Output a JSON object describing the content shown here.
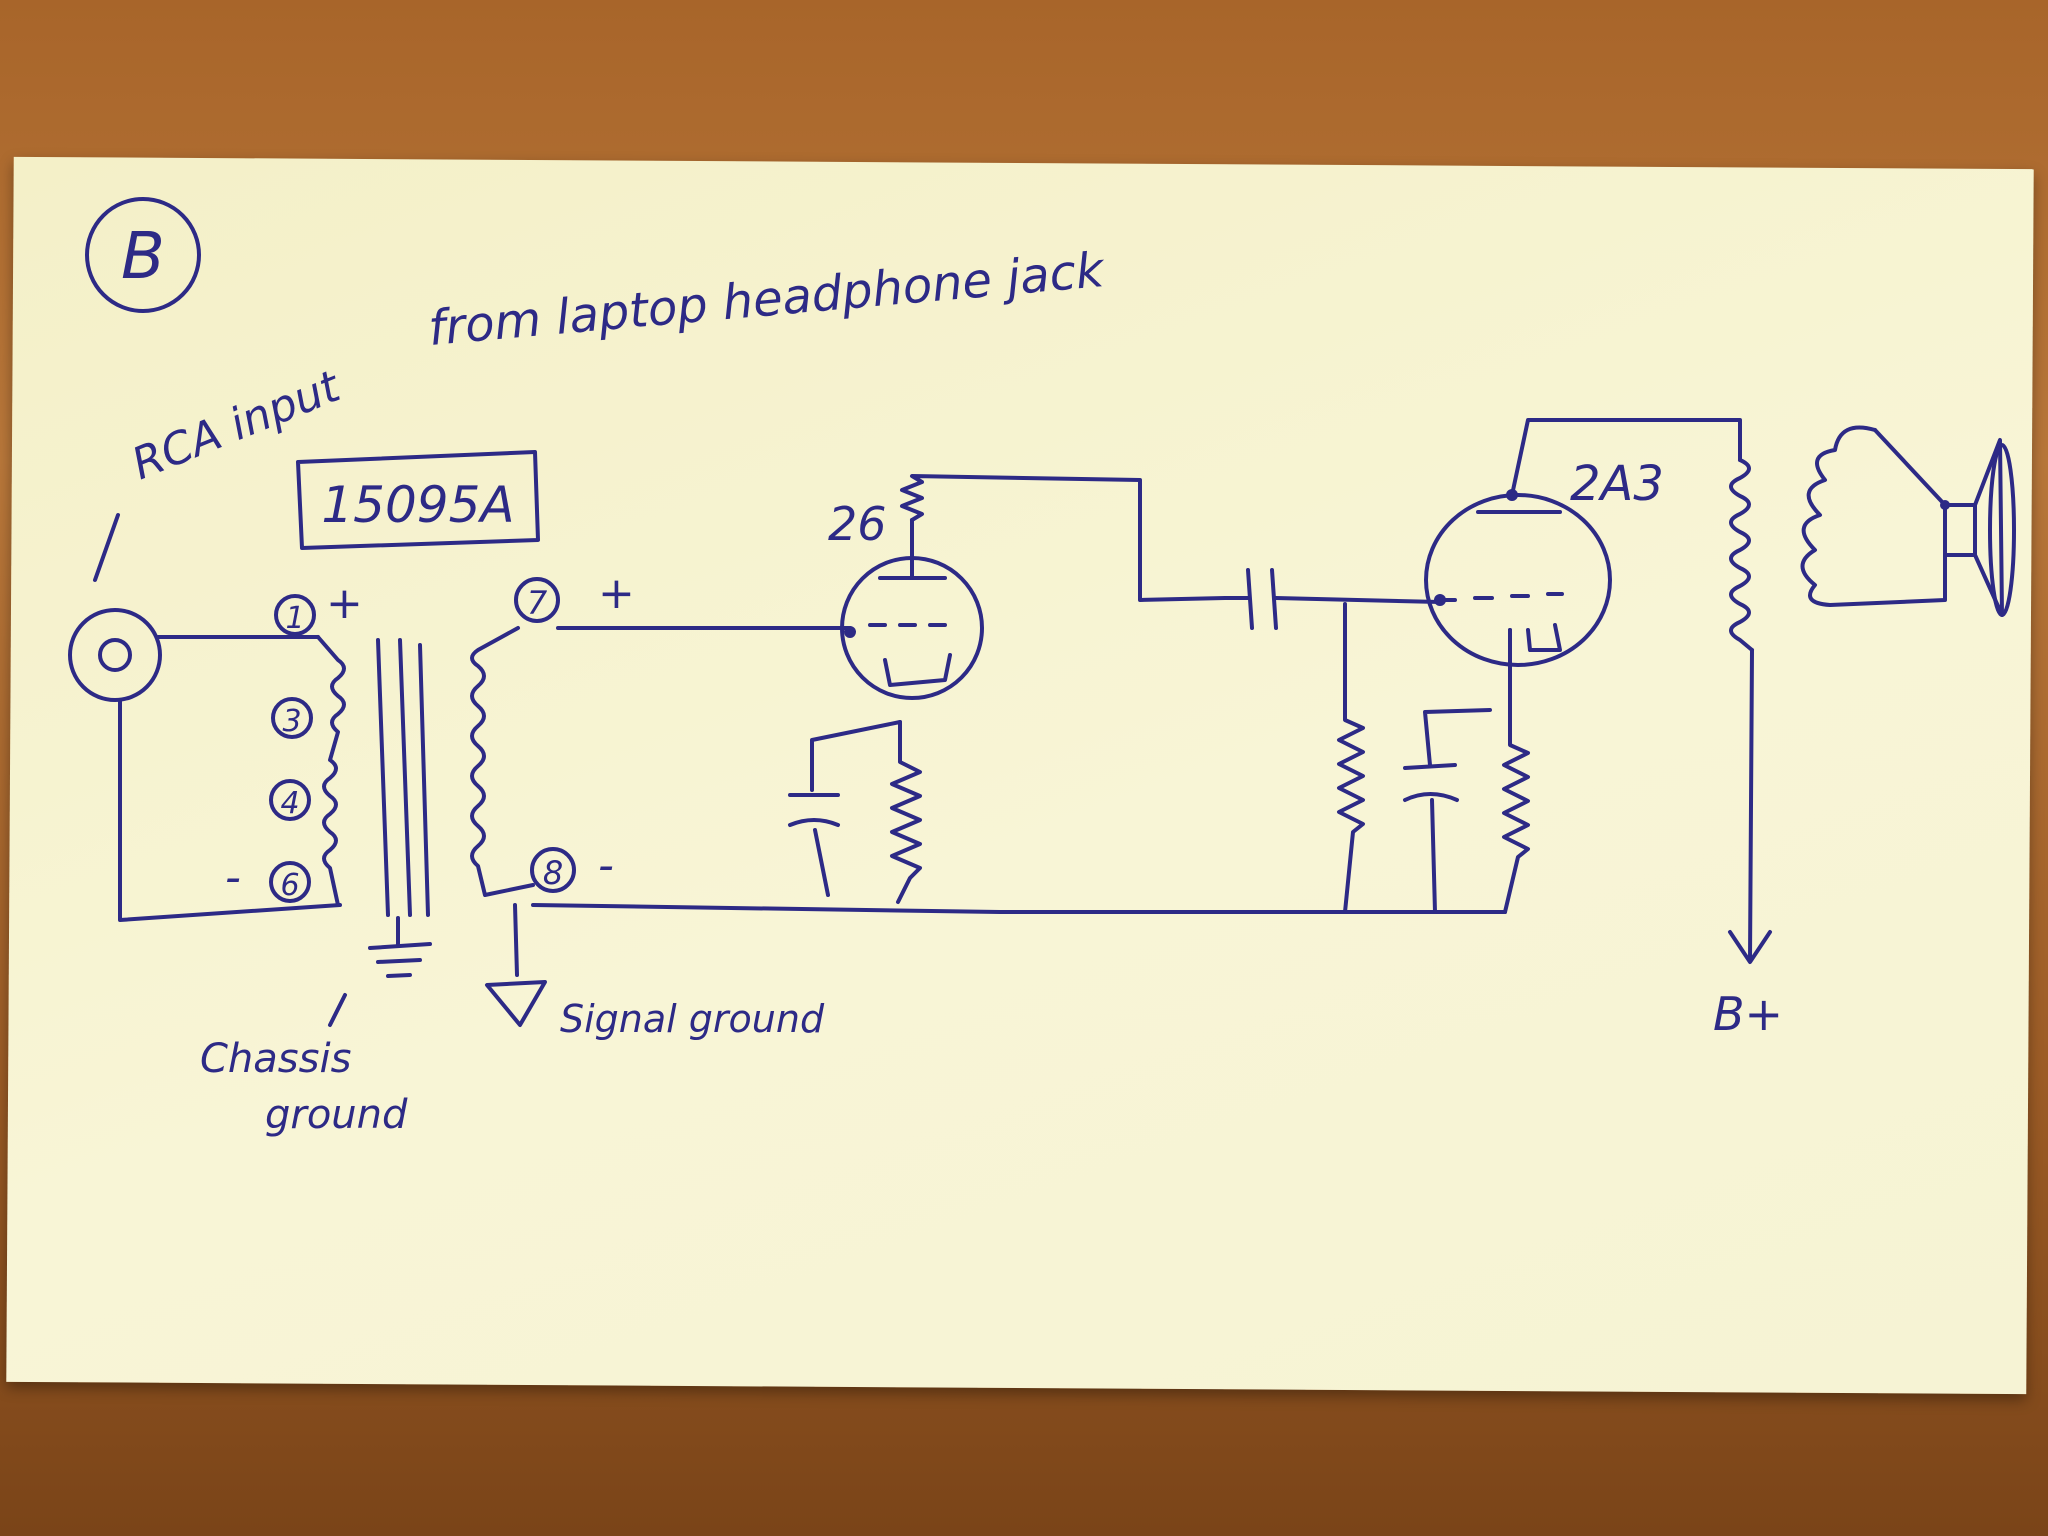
{
  "labels": {
    "sheet_mark": "B",
    "input_title_1": "RCA input",
    "input_title_2": "from laptop headphone jack",
    "transformer_part": "15095A",
    "pin_1": "1",
    "pin_3": "3",
    "pin_4": "4",
    "pin_6": "6",
    "pin_7": "7",
    "pin_8": "8",
    "plus_primary": "+",
    "minus_primary": "-",
    "plus_secondary": "+",
    "minus_secondary": "-",
    "tube_driver": "26",
    "tube_output": "2A3",
    "chassis_ground_1": "Chassis",
    "chassis_ground_2": "ground",
    "signal_ground": "Signal ground",
    "b_plus": "B+"
  },
  "colors": {
    "ink": "#2d2a86",
    "paper": "#f6f3d4",
    "table": "#a8652a"
  }
}
